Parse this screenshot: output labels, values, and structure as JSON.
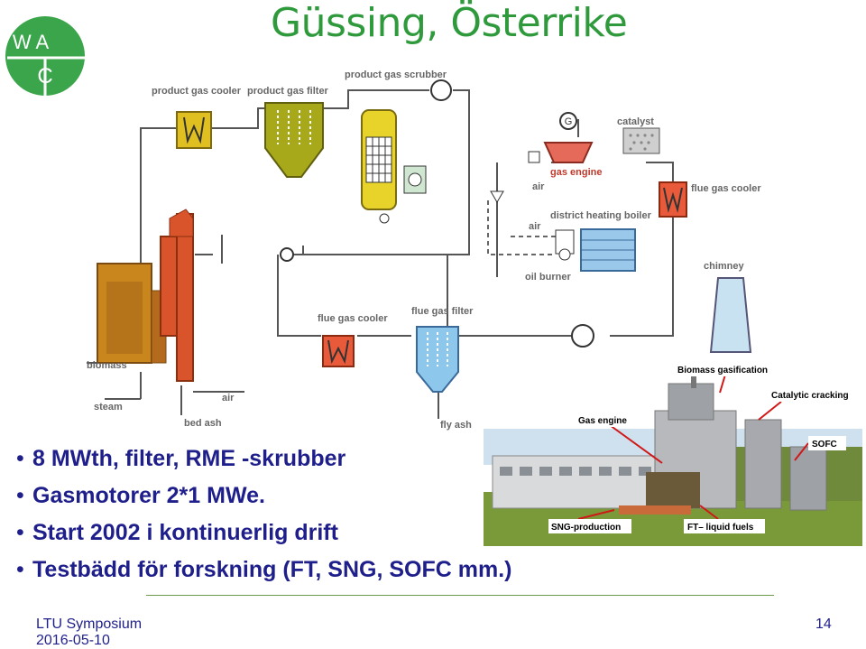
{
  "logo": {
    "line1": "W A",
    "line2": "C"
  },
  "title": "Güssing, Österrike",
  "diagram": {
    "labels": {
      "product_gas_cooler": "product gas cooler",
      "product_gas_filter": "product gas filter",
      "product_gas_scrubber": "product gas scrubber",
      "catalyst": "catalyst",
      "gas_engine": "gas engine",
      "flue_gas_cooler_right": "flue gas cooler",
      "air_engine": "air",
      "district_heating_boiler": "district heating boiler",
      "air_boiler": "air",
      "oil_burner": "oil burner",
      "chimney": "chimney",
      "flue_gas_cooler": "flue gas cooler",
      "flue_gas_filter": "flue gas filter",
      "biomass": "biomass",
      "steam": "steam",
      "air_bottom": "air",
      "bed_ash": "bed ash",
      "fly_ash": "fly ash"
    }
  },
  "photo": {
    "callouts": {
      "biomass_gasification": "Biomass gasification",
      "catalytic_cracking": "Catalytic cracking",
      "gas_engine": "Gas engine",
      "sofc": "SOFC",
      "sng_production": "SNG-production",
      "ft_liquid_fuels": "FT– liquid fuels"
    }
  },
  "bullets": [
    "8 MWth, filter, RME -skrubber",
    "Gasmotorer 2*1 MWe.",
    "Start 2002 i kontinuerlig drift",
    "Testbädd för forskning (FT, SNG, SOFC mm.)"
  ],
  "footer": {
    "event": "LTU Symposium",
    "date": "2016-05-10",
    "page": "14"
  },
  "colors": {
    "title": "#2e9a3c",
    "text": "#1f1f8c",
    "logo": "#3aa54a"
  }
}
